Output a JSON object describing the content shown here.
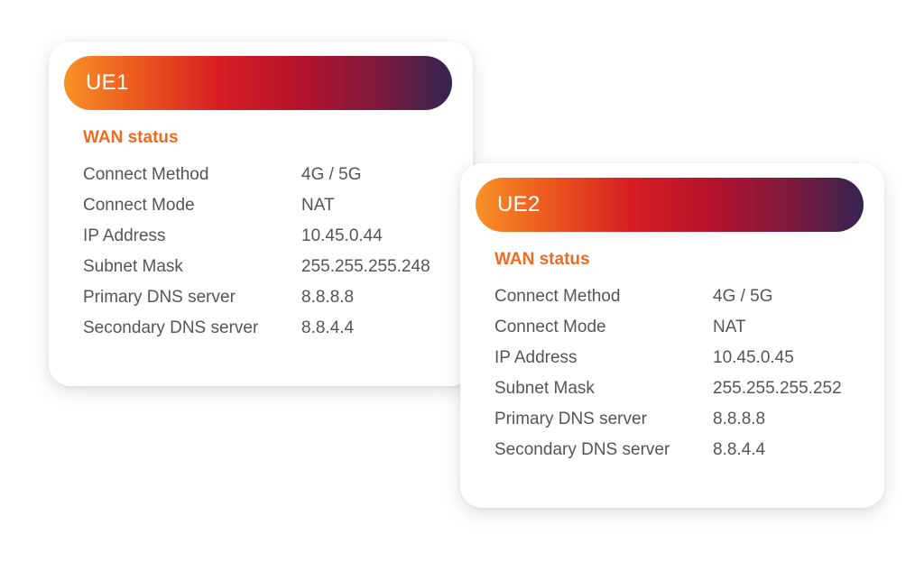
{
  "cards": [
    {
      "title": "UE1",
      "section_title": "WAN status",
      "rows": [
        {
          "label": "Connect Method",
          "value": "4G / 5G"
        },
        {
          "label": "Connect Mode",
          "value": "NAT"
        },
        {
          "label": "IP Address",
          "value": "10.45.0.44"
        },
        {
          "label": "Subnet Mask",
          "value": "255.255.255.248"
        },
        {
          "label": "Primary DNS server",
          "value": "8.8.8.8"
        },
        {
          "label": "Secondary DNS server",
          "value": "8.8.4.4"
        }
      ]
    },
    {
      "title": "UE2",
      "section_title": "WAN status",
      "rows": [
        {
          "label": "Connect Method",
          "value": "4G / 5G"
        },
        {
          "label": "Connect Mode",
          "value": "NAT"
        },
        {
          "label": "IP Address",
          "value": "10.45.0.45"
        },
        {
          "label": "Subnet Mask",
          "value": "255.255.255.252"
        },
        {
          "label": "Primary DNS server",
          "value": "8.8.8.8"
        },
        {
          "label": "Secondary DNS server",
          "value": "8.8.4.4"
        }
      ]
    }
  ],
  "colors": {
    "accent_orange": "#ee6b22",
    "gradient_start": "#f79227",
    "gradient_mid": "#d81e23",
    "gradient_end": "#322451",
    "text": "#555555"
  }
}
